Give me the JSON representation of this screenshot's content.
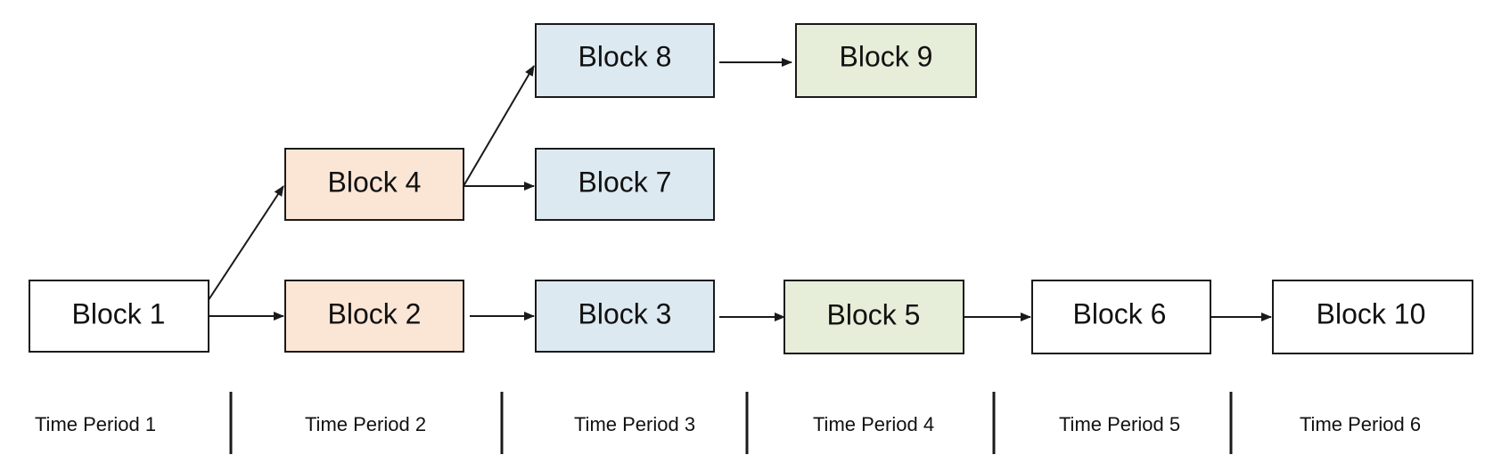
{
  "diagram": {
    "colors": {
      "white": "#ffffff",
      "peach": "#fbe6d6",
      "lightblue": "#dce9f1",
      "lightgreen": "#e6edd8",
      "stroke": "#1a1a1a",
      "text": "#111111"
    },
    "blocks": [
      {
        "id": "b1",
        "label": "Block 1",
        "color": "white"
      },
      {
        "id": "b2",
        "label": "Block 2",
        "color": "peach"
      },
      {
        "id": "b4",
        "label": "Block 4",
        "color": "peach"
      },
      {
        "id": "b3",
        "label": "Block 3",
        "color": "lightblue"
      },
      {
        "id": "b7",
        "label": "Block 7",
        "color": "lightblue"
      },
      {
        "id": "b8",
        "label": "Block 8",
        "color": "lightblue"
      },
      {
        "id": "b5",
        "label": "Block 5",
        "color": "lightgreen"
      },
      {
        "id": "b9",
        "label": "Block 9",
        "color": "lightgreen"
      },
      {
        "id": "b6",
        "label": "Block 6",
        "color": "white"
      },
      {
        "id": "b10",
        "label": "Block 10",
        "color": "white"
      }
    ],
    "connections": [
      {
        "from": "Block 1",
        "to": "Block 2"
      },
      {
        "from": "Block 1",
        "to": "Block 4"
      },
      {
        "from": "Block 2",
        "to": "Block 3"
      },
      {
        "from": "Block 4",
        "to": "Block 7"
      },
      {
        "from": "Block 4",
        "to": "Block 8"
      },
      {
        "from": "Block 8",
        "to": "Block 9"
      },
      {
        "from": "Block 3",
        "to": "Block 5"
      },
      {
        "from": "Block 5",
        "to": "Block 6"
      },
      {
        "from": "Block 6",
        "to": "Block 10"
      }
    ],
    "time_periods": [
      "Time Period 1",
      "Time Period 2",
      "Time Period 3",
      "Time Period 4",
      "Time Period 5",
      "Time Period 6"
    ]
  }
}
